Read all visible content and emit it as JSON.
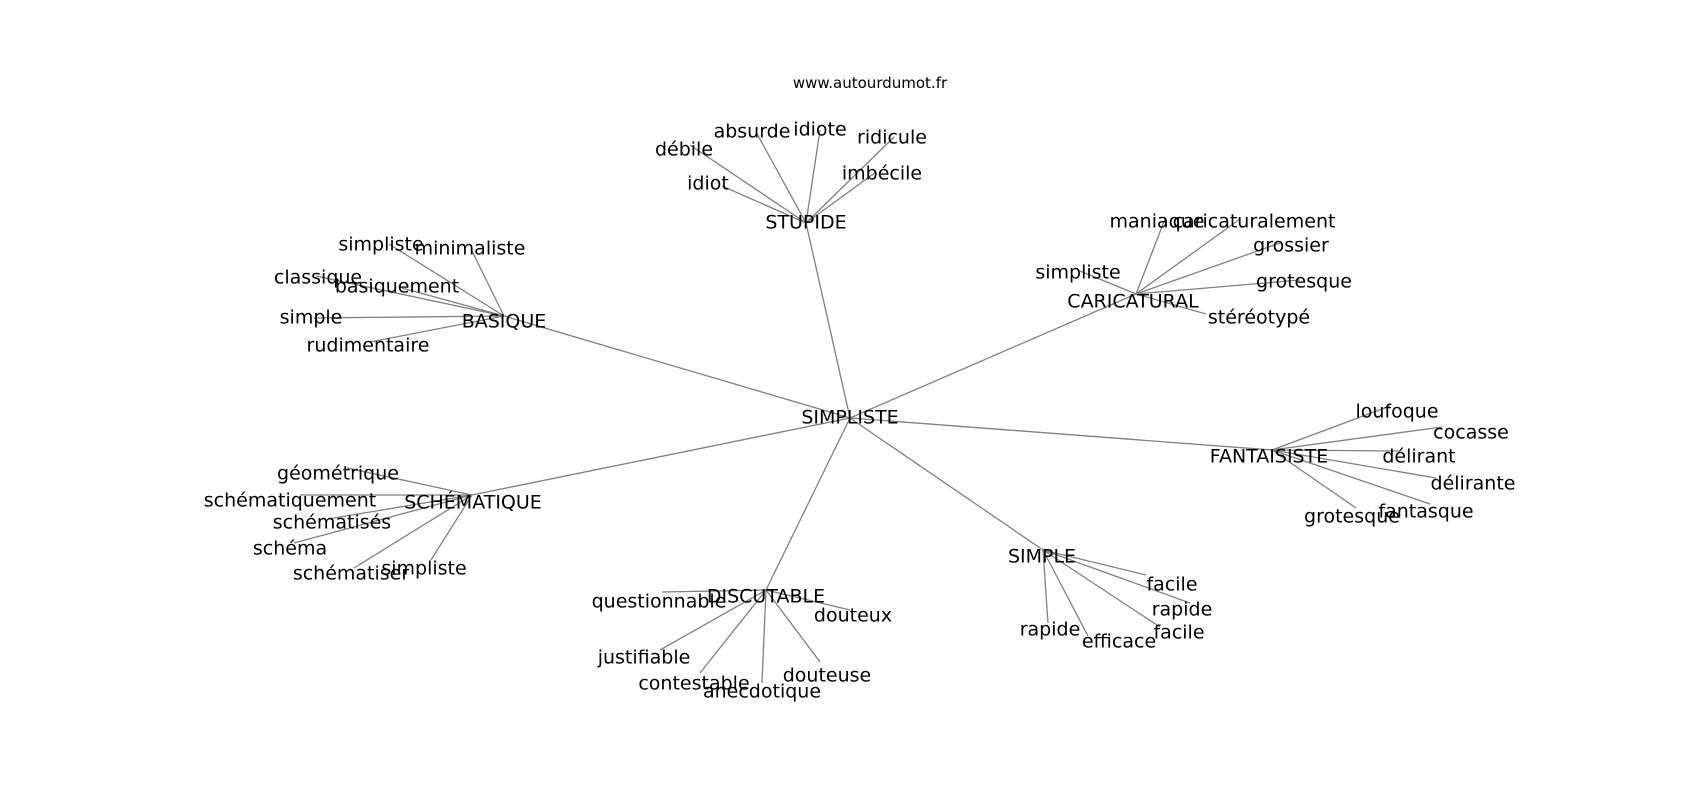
{
  "source": "www.autourdumot.fr",
  "edge_color": "#808080",
  "graph": {
    "root": "SIMPLISTE",
    "groups": [
      {
        "word": "STUPIDE",
        "related": [
          "débile",
          "absurde",
          "idiote",
          "ridicule",
          "imbécile",
          "idiot"
        ]
      },
      {
        "word": "BASIQUE",
        "related": [
          "simpliste",
          "minimaliste",
          "classique",
          "basiquement",
          "simple",
          "rudimentaire"
        ]
      },
      {
        "word": "CARICATURAL",
        "related": [
          "maniaque",
          "caricaturalement",
          "grossier",
          "simpliste",
          "grotesque",
          "stéréotypé"
        ]
      },
      {
        "word": "FANTAISISTE",
        "related": [
          "loufoque",
          "cocasse",
          "délirant",
          "délirante",
          "grotesque",
          "fantasque"
        ]
      },
      {
        "word": "SCHÉMATIQUE",
        "related": [
          "géométrique",
          "schématiquement",
          "schématisés",
          "schéma",
          "schématiser",
          "simpliste"
        ]
      },
      {
        "word": "DISCUTABLE",
        "related": [
          "questionnable",
          "douteux",
          "justifiable",
          "contestable",
          "douteuse",
          "anecdotique"
        ]
      },
      {
        "word": "SIMPLE",
        "related": [
          "facile",
          "rapide",
          "facile",
          "rapide",
          "efficace"
        ]
      }
    ]
  }
}
